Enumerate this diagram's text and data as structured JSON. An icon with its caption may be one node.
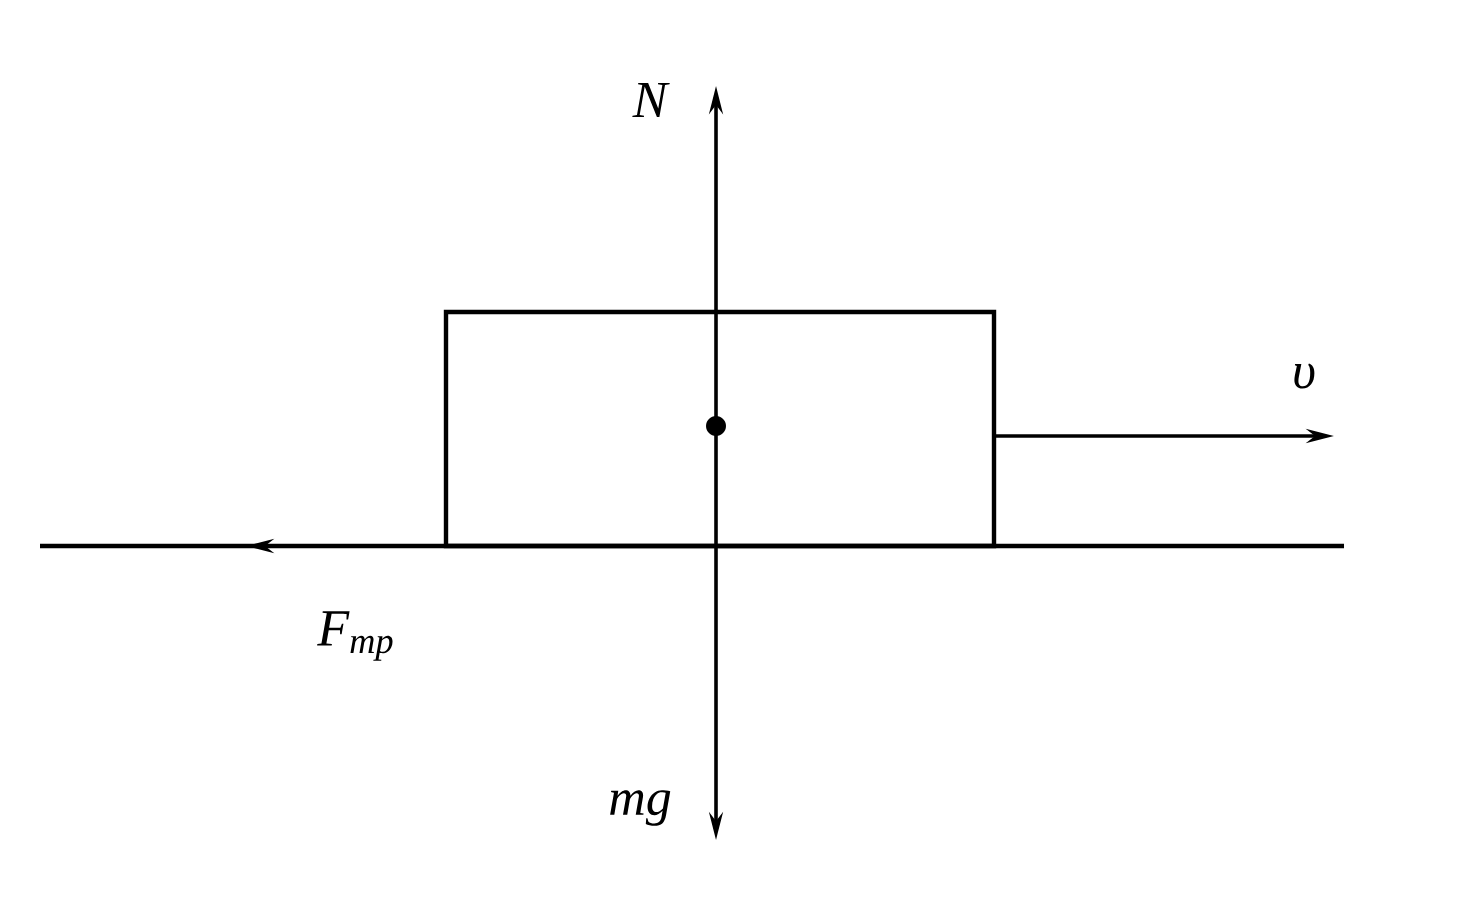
{
  "diagram": {
    "nodes": [
      {
        "text": [],
        "shape": "box"
      }
    ],
    "labels": [
      "N",
      "υ",
      "F$_{тр}$",
      "mg"
    ]
  }
}
